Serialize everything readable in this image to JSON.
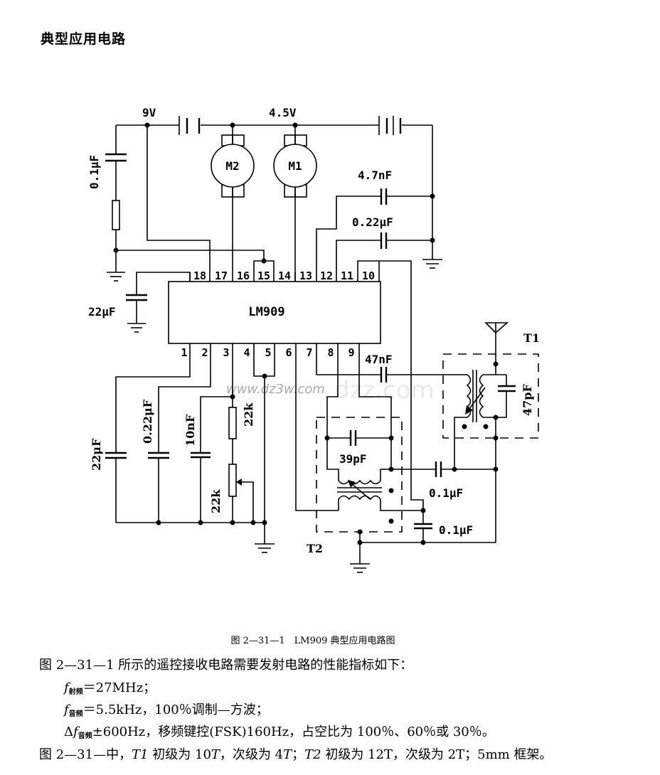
{
  "document": {
    "section_title": "典型应用电路",
    "caption": "图 2—31—1　LM909 典型应用电路图",
    "body": {
      "intro": "图 2—31—1 所示的遥控接收电路需要发射电路的性能指标如下：",
      "rf_line": {
        "symbol": "f",
        "sub": "射频",
        "rest": "＝27MHz；"
      },
      "audio_line": {
        "symbol": "f",
        "sub": "音频",
        "rest": "＝5.5kHz，100％调制—方波；"
      },
      "deviation_line": {
        "delta": "Δ",
        "symbol": "f",
        "sub": "音频",
        "rest": "±600Hz，移频键控(FSK)160Hz，占空比为 100％、60％或 30％。"
      },
      "winding_line": {
        "s0": "图 2—31—中，",
        "s1": "T1",
        "s2": " 初级为 10",
        "s3": "T",
        "s4": "，次级为 4",
        "s5": "T",
        "s6": "；",
        "s7": "T2",
        "s8": " 初级为 12T，次级为 2T；5mm 框架。"
      }
    }
  },
  "schematic": {
    "ic": {
      "label": "LM909",
      "top_pins": [
        "18",
        "17",
        "16",
        "15",
        "14",
        "13",
        "12",
        "11",
        "10"
      ],
      "bottom_pins": [
        "1",
        "2",
        "3",
        "4",
        "5",
        "6",
        "7",
        "8",
        "9"
      ]
    },
    "supplies": {
      "battery_9v": "9V",
      "battery_4_5v": "4.5V"
    },
    "motors": {
      "m2": "M2",
      "m1": "M1"
    },
    "components": {
      "cap_supply_filter": "0.1μF",
      "cap_pin13": "4.7nF",
      "cap_pin12": "0.22μF",
      "cap_pin18": "22μF",
      "cap_pin1": "22μF",
      "cap_pin2": "0.22μF",
      "cap_pin3": "10nF",
      "res_pin3": "22k",
      "pot_pin3": "22k",
      "cap_pin7": "47nF",
      "cap_t2_tune": "39pF",
      "cap_t1_tune": "47pF",
      "cap_coupling": "0.1μF",
      "cap_bypass": "0.1μF"
    },
    "transformers": {
      "t1": "T1",
      "t2": "T2"
    },
    "watermark": {
      "primary": "www.dz3w.com",
      "secondary": "dzz.com"
    }
  }
}
